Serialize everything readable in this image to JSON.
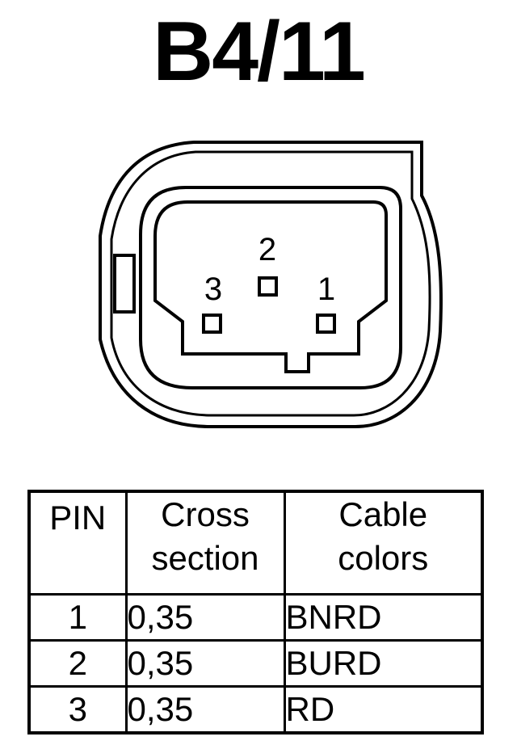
{
  "title": "B4/11",
  "connector": {
    "pins": [
      {
        "label": "1"
      },
      {
        "label": "2"
      },
      {
        "label": "3"
      }
    ]
  },
  "table": {
    "headers": {
      "pin": "PIN",
      "cross_section_line1": "Cross",
      "cross_section_line2": "section",
      "cable_colors_line1": "Cable",
      "cable_colors_line2": "colors"
    },
    "rows": [
      {
        "pin": "1",
        "cross_section": "0,35",
        "cable_color": "BNRD"
      },
      {
        "pin": "2",
        "cross_section": "0,35",
        "cable_color": "BURD"
      },
      {
        "pin": "3",
        "cross_section": "0,35",
        "cable_color": "RD"
      }
    ]
  }
}
